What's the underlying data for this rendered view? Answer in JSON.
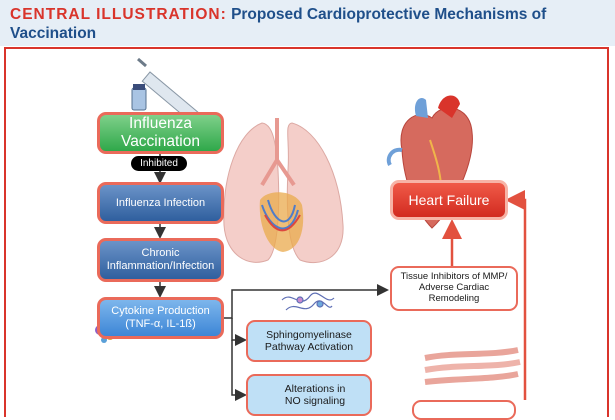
{
  "header": {
    "kicker": "CENTRAL ILLUSTRATION:",
    "title_line1": "Proposed Cardioprotective Mechanisms of",
    "title_line2": "Vaccination"
  },
  "flow": {
    "vaccination": [
      "Influenza",
      "Vaccination"
    ],
    "inhibited": "Inhibited",
    "infection": "Influenza Infection",
    "inflammation": [
      "Chronic",
      "Inflammation/Infection"
    ],
    "cytokine": [
      "Cytokine Production",
      "(TNF-α, IL-1ß)"
    ],
    "sphingomyelinase": [
      "Sphingomyelinase",
      "Pathway Activation"
    ],
    "no_signaling": [
      "Alterations in",
      "NO signaling"
    ],
    "tissue": [
      "Tissue Inhibitors of MMP/",
      "Adverse Cardiac",
      "Remodeling"
    ],
    "heart_failure": "Heart Failure"
  },
  "colors": {
    "accent_red": "#d9342b",
    "title_blue": "#1f4f8a",
    "vaccination_green": "#2fa84a",
    "box_border": "#ea6a5a"
  },
  "icons": [
    "syringe-icon",
    "vial-icon",
    "lungs-illustration",
    "heart-illustration",
    "protein-molecule-icon",
    "muscle-fiber-illustration",
    "no-molecule-icon"
  ]
}
